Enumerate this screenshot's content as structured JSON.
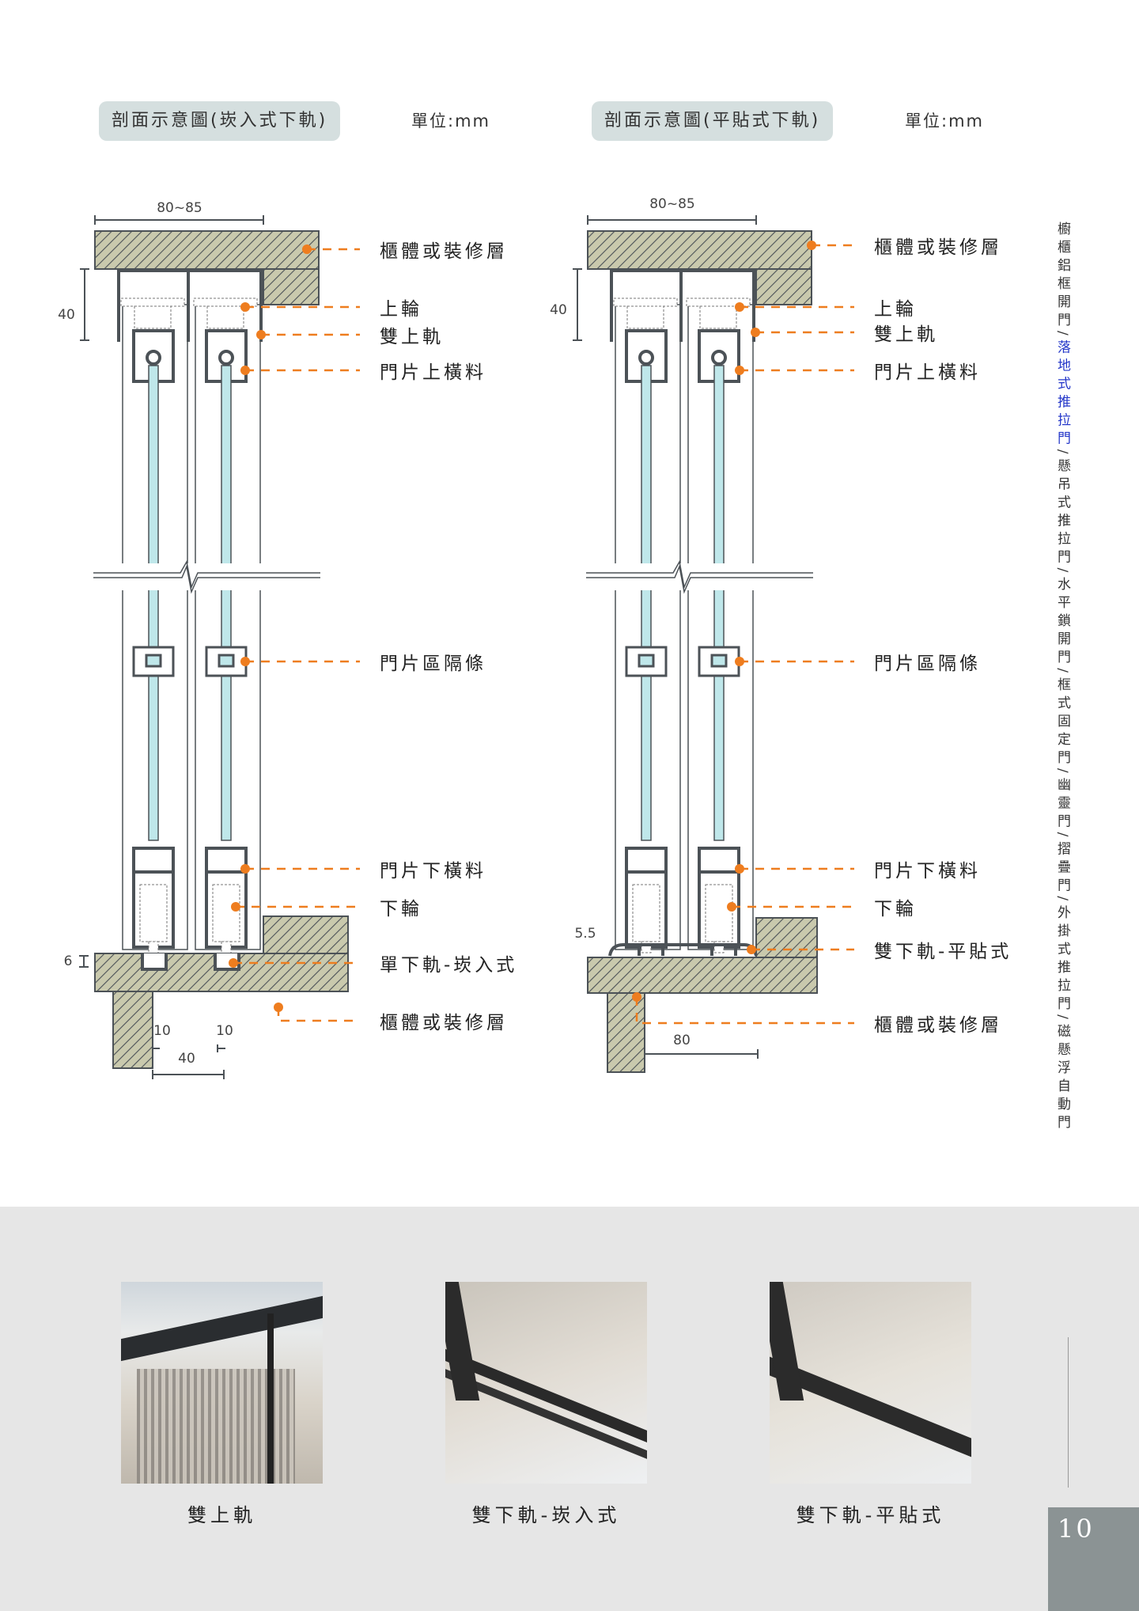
{
  "diagrams": [
    {
      "title": "剖面示意圖(崁入式下軌)",
      "unit": "單位:mm",
      "dims": {
        "width": "80~85",
        "top_height": "40",
        "bottom_height": "6",
        "track1": "10",
        "track2": "10",
        "offset": "40"
      },
      "labels": [
        "櫃體或裝修層",
        "上輪",
        "雙上軌",
        "門片上橫料",
        "門片區隔條",
        "門片下橫料",
        "下輪",
        "單下軌-崁入式",
        "櫃體或裝修層"
      ]
    },
    {
      "title": "剖面示意圖(平貼式下軌)",
      "unit": "單位:mm",
      "dims": {
        "width": "80~85",
        "top_height": "40",
        "bottom_height": "5.5",
        "offset": "80"
      },
      "labels": [
        "櫃體或裝修層",
        "上輪",
        "雙上軌",
        "門片上橫料",
        "門片區隔條",
        "門片下橫料",
        "下輪",
        "雙下軌-平貼式",
        "櫃體或裝修層"
      ]
    }
  ],
  "sidebar": {
    "before": "櫥櫃鋁框開門/",
    "highlight": "落地式推拉門",
    "after": "/懸吊式推拉門/水平鎖開門/框式固定門/幽靈門/摺疊門/外掛式推拉門/磁懸浮自動門"
  },
  "photos": [
    {
      "caption": "雙上軌"
    },
    {
      "caption": "雙下軌-崁入式"
    },
    {
      "caption": "雙下軌-平貼式"
    }
  ],
  "page_number": "10",
  "colors": {
    "accent": "#ee7d1f",
    "hatch_fill": "#c9c9ad",
    "glass": "#bfe7ea",
    "highlight": "#2437c9"
  }
}
